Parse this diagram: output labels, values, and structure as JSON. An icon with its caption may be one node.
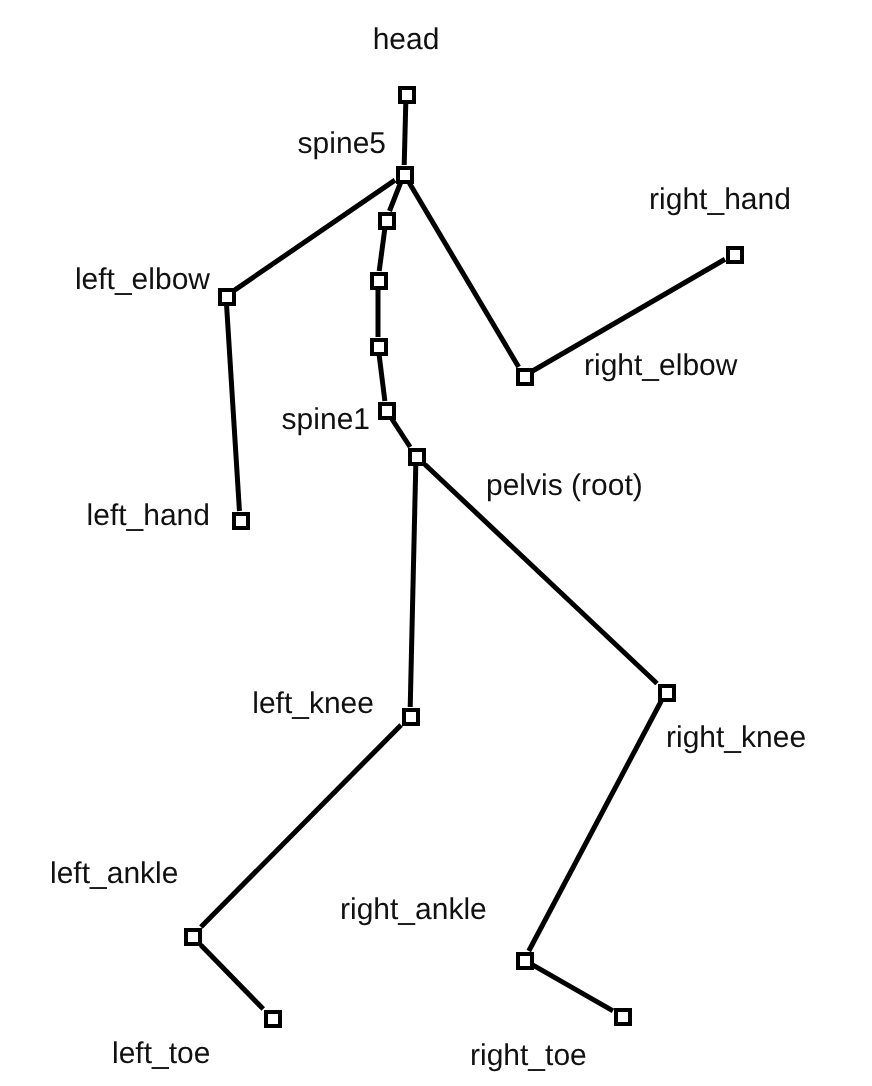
{
  "diagram": {
    "nodes": [
      {
        "text": [],
        "shape": "box",
        "beside": [
          "head"
        ]
      },
      {
        "text": [],
        "shape": "box",
        "beside": [
          "spine5"
        ]
      },
      {
        "text": [],
        "shape": "box",
        "beside": [
          "right_hand"
        ]
      },
      {
        "text": [],
        "shape": "box",
        "beside": [
          "left_elbow"
        ]
      },
      {
        "text": [],
        "shape": "box",
        "beside": [
          "right_elbow"
        ]
      },
      {
        "text": [],
        "shape": "box"
      },
      {
        "text": [],
        "shape": "box"
      },
      {
        "text": [],
        "shape": "box"
      },
      {
        "text": [],
        "shape": "box",
        "beside": [
          "spine1"
        ]
      },
      {
        "text": [],
        "shape": "box",
        "beside": [
          "pelvis (root)"
        ]
      },
      {
        "text": [],
        "shape": "box",
        "beside": [
          "left_hand"
        ]
      },
      {
        "text": [],
        "shape": "box",
        "beside": [
          "left_knee"
        ]
      },
      {
        "text": [],
        "shape": "box",
        "beside": [
          "right_knee"
        ]
      },
      {
        "text": [],
        "shape": "box",
        "beside": [
          "left_ankle"
        ]
      },
      {
        "text": [],
        "shape": "box",
        "beside": [
          "right_ankle"
        ]
      },
      {
        "text": [],
        "shape": "box",
        "beside": [
          "left_toe"
        ]
      },
      {
        "text": [],
        "shape": "box",
        "beside": [
          "right_toe"
        ]
      }
    ],
    "edges": [
      {
        "from": 0,
        "to": 1,
        "arrow": "none"
      },
      {
        "from": 1,
        "to": 3,
        "arrow": "none"
      },
      {
        "from": 3,
        "to": 10,
        "arrow": "none"
      },
      {
        "from": 1,
        "to": 4,
        "arrow": "none"
      },
      {
        "from": 4,
        "to": 2,
        "arrow": "none"
      },
      {
        "from": 1,
        "to": 5,
        "arrow": "none"
      },
      {
        "from": 5,
        "to": 6,
        "arrow": "none"
      },
      {
        "from": 6,
        "to": 7,
        "arrow": "none"
      },
      {
        "from": 7,
        "to": 8,
        "arrow": "none"
      },
      {
        "from": 8,
        "to": 9,
        "arrow": "none"
      },
      {
        "from": 9,
        "to": 11,
        "arrow": "none"
      },
      {
        "from": 11,
        "to": 13,
        "arrow": "none"
      },
      {
        "from": 13,
        "to": 15,
        "arrow": "none"
      },
      {
        "from": 9,
        "to": 12,
        "arrow": "none"
      },
      {
        "from": 12,
        "to": 14,
        "arrow": "none"
      },
      {
        "from": 14,
        "to": 16,
        "arrow": "none"
      }
    ]
  }
}
